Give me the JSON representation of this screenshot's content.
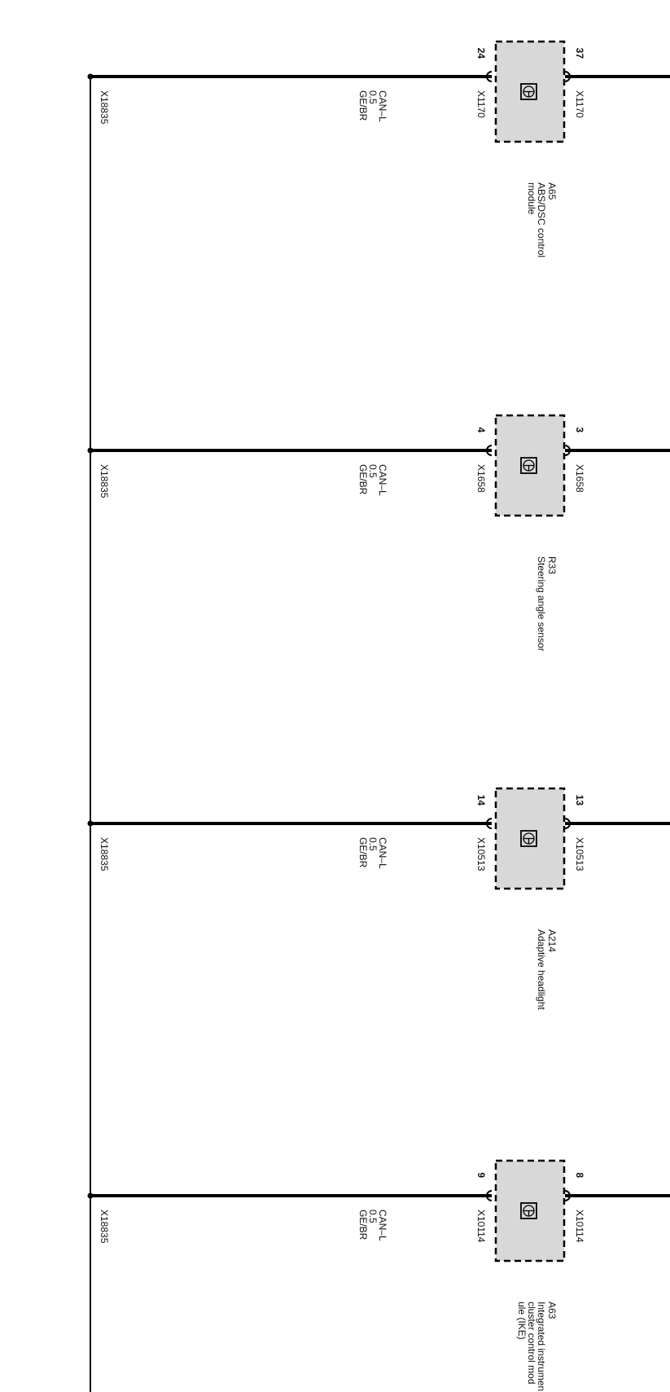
{
  "bus_connector": "X18835",
  "modules": [
    {
      "code": "A65",
      "name_lines": [
        "ABS/DSC control",
        "module"
      ],
      "left_pin": "24",
      "right_pin": "37",
      "connector": "X1170",
      "wire": {
        "signal": "CAN–L",
        "gauge": "0.5",
        "color_code": "GE/BR"
      }
    },
    {
      "code": "R33",
      "name_lines": [
        "Steering angle sensor"
      ],
      "left_pin": "4",
      "right_pin": "3",
      "connector": "X1658",
      "wire": {
        "signal": "CAN–L",
        "gauge": "0.5",
        "color_code": "GE/BR"
      }
    },
    {
      "code": "A214",
      "name_lines": [
        "Adaptive headlight"
      ],
      "left_pin": "14",
      "right_pin": "13",
      "connector": "X10513",
      "wire": {
        "signal": "CAN–L",
        "gauge": "0.5",
        "color_code": "GE/BR"
      }
    },
    {
      "code": "A63",
      "name_lines": [
        "Integrated instrumen",
        "cluster control mod",
        "ule (IKE)"
      ],
      "left_pin": "9",
      "right_pin": "8",
      "connector": "X10114",
      "wire": {
        "signal": "CAN–L",
        "gauge": "0.5",
        "color_code": "GE/BR"
      }
    }
  ]
}
